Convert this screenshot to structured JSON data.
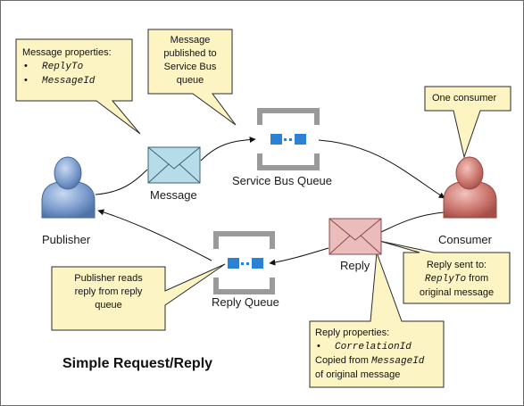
{
  "title": "Simple Request/Reply",
  "nodes": {
    "publisher": "Publisher",
    "consumer": "Consumer",
    "message": "Message",
    "service_bus_queue": "Service Bus Queue",
    "reply": "Reply",
    "reply_queue": "Reply Queue"
  },
  "callouts": {
    "message_properties": {
      "heading": "Message properties:",
      "items": [
        "ReplyTo",
        "MessageId"
      ]
    },
    "message_published": {
      "lines": [
        "Message",
        "published to",
        "Service Bus",
        "queue"
      ]
    },
    "one_consumer": {
      "text": "One consumer"
    },
    "publisher_reads": {
      "lines": [
        "Publisher reads",
        "reply from reply",
        "queue"
      ]
    },
    "reply_sent": {
      "line1": "Reply sent to:",
      "line2": "ReplyTo",
      "line2_suffix": " from",
      "line3": "original message"
    },
    "reply_properties": {
      "heading": "Reply properties:",
      "item": "CorrelationId",
      "copied_prefix": "Copied from ",
      "copied_field": "MessageId",
      "line_last": "of original message"
    }
  },
  "colors": {
    "callout_fill": "#fdf4c4",
    "callout_stroke": "#2a2a2a",
    "publisher": "#7e9fcf",
    "consumer": "#cd7a72",
    "message_envelope": "#b7dce9",
    "reply_envelope": "#ebbcbc",
    "queue_bracket": "#9a9a9a",
    "queue_icon": "#2b82d4"
  }
}
